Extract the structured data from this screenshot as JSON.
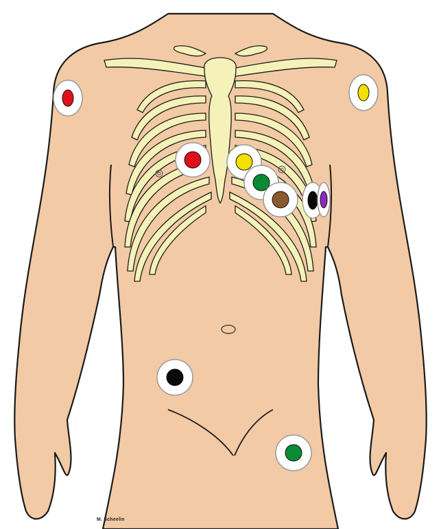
{
  "credit": "M. Scheelin",
  "colors": {
    "skin": "#f2caa5",
    "outline": "#1a1a1a",
    "bone": "#f4f2b8",
    "electrode_ring": "#ffffff",
    "red": "#e0101a",
    "yellow": "#f2e000",
    "green": "#0a8a35",
    "brown": "#8a5a2e",
    "black": "#0a0a0a",
    "purple": "#8a2bbf"
  },
  "electrodes": [
    {
      "name": "electrode-right-arm",
      "color": "red"
    },
    {
      "name": "electrode-left-arm",
      "color": "yellow"
    },
    {
      "name": "electrode-v1",
      "color": "red"
    },
    {
      "name": "electrode-v2",
      "color": "yellow"
    },
    {
      "name": "electrode-v3",
      "color": "green"
    },
    {
      "name": "electrode-v4",
      "color": "brown"
    },
    {
      "name": "electrode-v5",
      "color": "black"
    },
    {
      "name": "electrode-v6",
      "color": "purple"
    },
    {
      "name": "electrode-right-leg",
      "color": "black"
    },
    {
      "name": "electrode-left-leg",
      "color": "green"
    }
  ]
}
